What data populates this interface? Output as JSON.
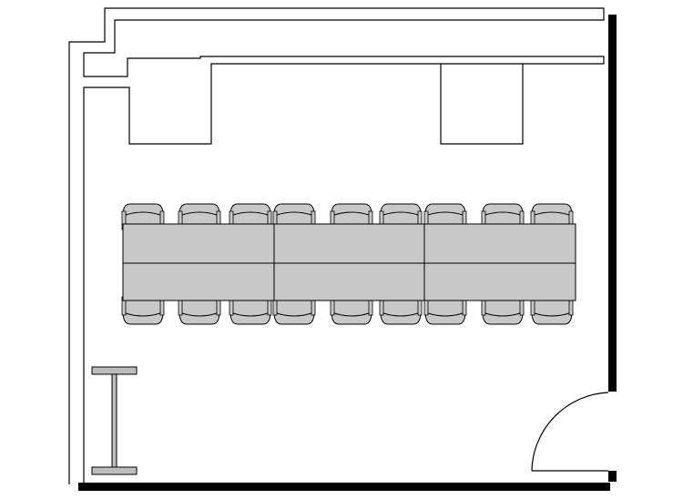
{
  "colors": {
    "background": "#ffffff",
    "wall_line": "#000000",
    "table_fill": "#c8c8c8",
    "chair_fill": "#c8c8c8",
    "whiteboard_fill": "#bdbdbd"
  },
  "room": {
    "type": "conference-room-floor-plan",
    "table": {
      "segments": 3,
      "top_chairs": 9,
      "bottom_chairs": 9
    },
    "door": {
      "swing": "quarter-arc",
      "corner": "bottom-right"
    },
    "whiteboard": {
      "orientation": "vertical"
    },
    "cabinets": 2
  }
}
